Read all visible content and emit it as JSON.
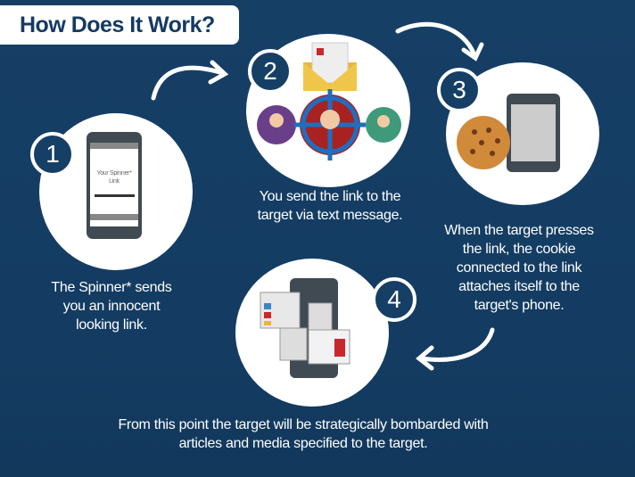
{
  "title": "How Does It Work?",
  "steps": [
    {
      "number": "1",
      "text": "The Spinner* sends you an innocent looking link.",
      "phone_screen_text": "Your Spinner* Link"
    },
    {
      "number": "2",
      "text": "You send the link to the target via text message."
    },
    {
      "number": "3",
      "text": "When the target presses the link, the cookie connected to the link attaches itself to the target's phone."
    },
    {
      "number": "4"
    }
  ],
  "footer_text": "From this point the target will be strategically bombarded with articles and media specified to the target.",
  "colors": {
    "background": "#143c62",
    "circle": "#ffffff",
    "accent_red": "#c8282c",
    "accent_blue": "#1e6fc0"
  }
}
